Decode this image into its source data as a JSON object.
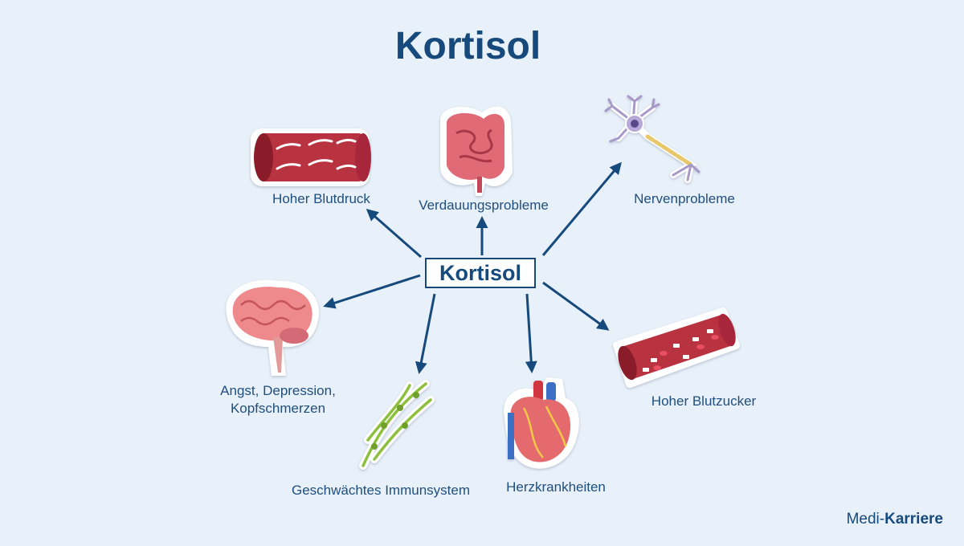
{
  "title": "Kortisol",
  "center_label": "Kortisol",
  "effects": [
    {
      "id": "blood-pressure",
      "label": "Hoher Blutdruck",
      "icon": "blood-vessel-arrows-icon"
    },
    {
      "id": "digestion",
      "label": "Verdauungsprobleme",
      "icon": "intestines-icon"
    },
    {
      "id": "nerves",
      "label": "Nervenprobleme",
      "icon": "neuron-icon"
    },
    {
      "id": "mental",
      "label_lines": [
        "Angst, Depression,",
        "Kopfschmerzen"
      ],
      "icon": "brain-icon"
    },
    {
      "id": "immune",
      "label": "Geschwächtes Immunsystem",
      "icon": "lymph-vessels-icon"
    },
    {
      "id": "heart",
      "label": "Herzkrankheiten",
      "icon": "heart-icon"
    },
    {
      "id": "blood-sugar",
      "label": "Hoher Blutzucker",
      "icon": "blood-vessel-cells-icon"
    }
  ],
  "brand": {
    "prefix": "Medi-",
    "name": "Karriere"
  },
  "colors": {
    "background": "#e8f0f9",
    "primary": "#174a7c",
    "vessel": "#b8323f",
    "vessel_dark": "#8a1f2b",
    "organ": "#e06a74",
    "lymph": "#8cbf3a"
  }
}
